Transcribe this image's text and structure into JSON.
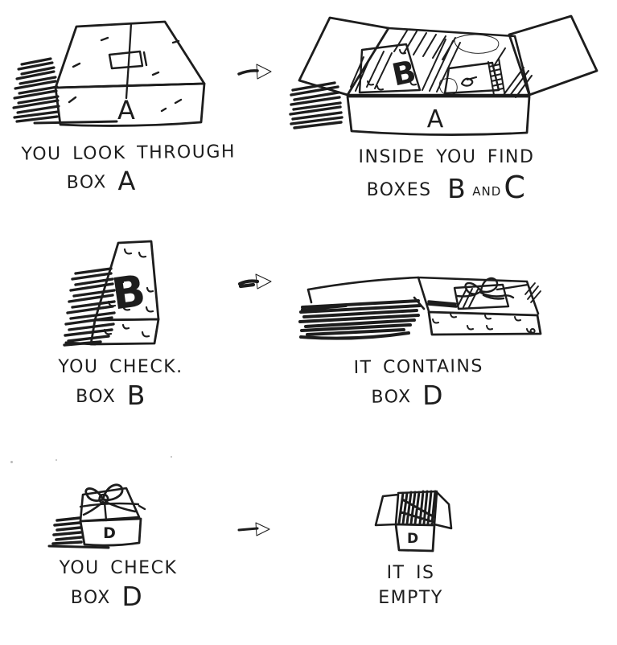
{
  "canvas": {
    "background_color": "#ffffff",
    "ink_color": "#1d1d1d"
  },
  "icons": {
    "arrow": "right-arrow-icon"
  },
  "panels": [
    {
      "name": "look-through-box-a",
      "box_label": "A",
      "caption_line1": "YOU LOOK THROUGH",
      "caption_line2_prefix": "BOX",
      "caption_line2_letter": "A"
    },
    {
      "name": "inside-find-boxes-b-and-c",
      "box_label": "A",
      "inner_label": "B",
      "caption_line1": "INSIDE YOU FIND",
      "caption_line2_prefix": "BOXES",
      "caption_line2_letter": "B",
      "caption_line2_mid": "AND",
      "caption_line2_letter2": "C"
    },
    {
      "name": "check-box-b",
      "box_label": "B",
      "caption_line1": "YOU CHECK.",
      "caption_line2_prefix": "BOX",
      "caption_line2_letter": "B"
    },
    {
      "name": "contains-box-d",
      "caption_line1": "IT CONTAINS",
      "caption_line2_prefix": "BOX",
      "caption_line2_letter": "D"
    },
    {
      "name": "check-box-d",
      "box_label": "D",
      "caption_line1": "YOU CHECK",
      "caption_line2_prefix": "BOX",
      "caption_line2_letter": "D"
    },
    {
      "name": "box-d-empty",
      "box_label": "D",
      "caption_line1": "IT IS",
      "caption_line2_prefix": "EMPTY"
    }
  ]
}
